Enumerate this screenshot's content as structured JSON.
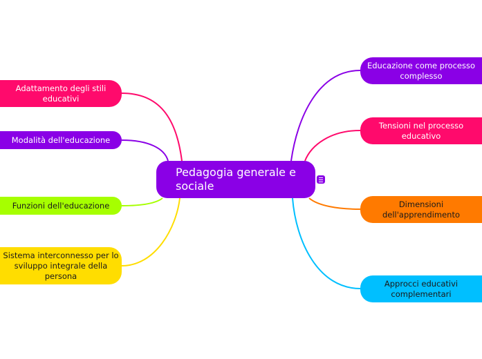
{
  "colors": {
    "purple": "#8a00e6",
    "pink": "#ff0a6c",
    "orange": "#ff7a00",
    "blue": "#00bfff",
    "lime": "#a6ff00",
    "yellow": "#ffdd00"
  },
  "center": {
    "label": "Pedagogia generale e\nsociale",
    "icon": "notes-icon"
  },
  "left": [
    {
      "label": "Adattamento degli stili\neducativi",
      "color": "#ff0a6c",
      "text": "#ffffff"
    },
    {
      "label": "Modalità dell'educazione",
      "color": "#8a00e6",
      "text": "#ffffff"
    },
    {
      "label": "Funzioni dell'educazione",
      "color": "#a6ff00",
      "text": "#1a1a1a"
    },
    {
      "label": "Sistema interconnesso per lo\nsviluppo integrale della\npersona",
      "color": "#ffdd00",
      "text": "#1a1a1a"
    }
  ],
  "right": [
    {
      "label": "Educazione come processo\ncomplesso",
      "color": "#8a00e6",
      "text": "#ffffff"
    },
    {
      "label": "Tensioni nel processo\neducativo",
      "color": "#ff0a6c",
      "text": "#ffffff"
    },
    {
      "label": "Dimensioni\ndell'apprendimento",
      "color": "#ff7a00",
      "text": "#1a1a1a"
    },
    {
      "label": "Approcci educativi\ncomplementari",
      "color": "#00bfff",
      "text": "#1a1a1a"
    }
  ]
}
